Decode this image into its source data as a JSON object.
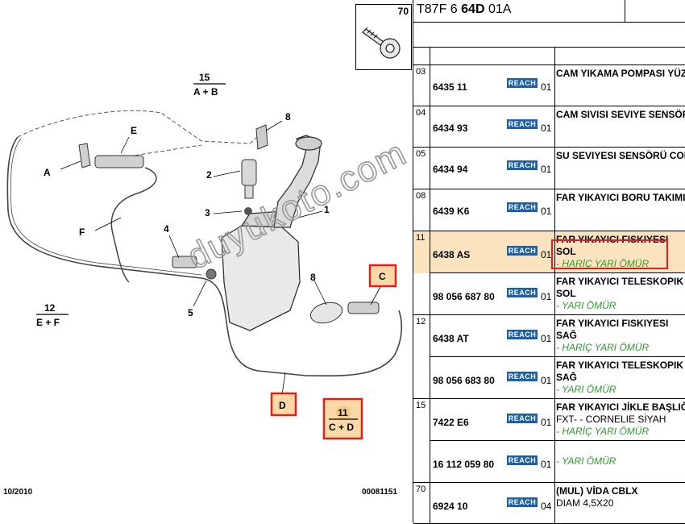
{
  "header": {
    "code_prefix": "T87F 6 ",
    "code_bold": "64D",
    "code_suffix": " 01A"
  },
  "screw_callout": "70",
  "diagram": {
    "labels": {
      "l15": "15",
      "l15sub": "A + B",
      "l12": "12",
      "l12sub": "E + F",
      "l11": "11",
      "l11sub": "C + D",
      "c1": "1",
      "c2": "2",
      "c3": "3",
      "c4": "4",
      "c5": "5",
      "c8a": "8",
      "c8b": "8",
      "cA": "A",
      "cE": "E",
      "cF": "F",
      "cC": "C",
      "cD": "D"
    },
    "footer_left": "10/2010",
    "footer_right": "00081151"
  },
  "reach_label": "REACH",
  "rows": [
    {
      "grp": "03",
      "ref": "6435 11",
      "qty": "01",
      "desc": "CAM YIKAMA POMPASI YÜZ",
      "notes": []
    },
    {
      "grp": "04",
      "ref": "6434 93",
      "qty": "01",
      "desc": "CAM SIVISI SEVIYE SENSÖR",
      "notes": []
    },
    {
      "grp": "05",
      "ref": "6434 94",
      "qty": "01",
      "desc": "SU SEVIYESI SENSÖRÜ COR",
      "notes": []
    },
    {
      "grp": "08",
      "ref": "6439 K6",
      "qty": "01",
      "desc": "FAR YIKAYICI BORU TAKIMI",
      "notes": []
    },
    {
      "grp": "11",
      "ref": "6438 AS",
      "qty": "01",
      "desc": "FAR YIKAYICI FISKIYESI",
      "desc2": "SOL",
      "notes": [
        "- HARİÇ YARI ÖMÜR"
      ]
    },
    {
      "grp": "",
      "ref": "98 056 687 80",
      "qty": "01",
      "desc": "FAR YIKAYICI TELESKOPIK",
      "desc2": "SOL",
      "notes": [
        "- YARI ÖMÜR"
      ]
    },
    {
      "grp": "12",
      "ref": "6438 AT",
      "qty": "01",
      "desc": "FAR YIKAYICI FISKIYESI",
      "desc2": "SAĞ",
      "notes": [
        "- HARİÇ YARI ÖMÜR"
      ]
    },
    {
      "grp": "",
      "ref": "98 056 683 80",
      "qty": "01",
      "desc": "FAR YIKAYICI TELESKOPIK",
      "desc2": "SAĞ",
      "notes": [
        "- YARI ÖMÜR"
      ]
    },
    {
      "grp": "15",
      "ref": "7422 E6",
      "qty": "01",
      "desc": "FAR YIKAYICI JİKLE BAŞLIĞ",
      "desc2": "FXT- - CORNELIE SİYAH",
      "notes": [
        "- HARİÇ YARI ÖMÜR"
      ]
    },
    {
      "grp": "",
      "ref": "16 112 059 80",
      "qty": "01",
      "desc": "",
      "notes": [
        "- YARI ÖMÜR"
      ]
    },
    {
      "grp": "70",
      "ref": "6924 10",
      "qty": "04",
      "desc": "(MUL) VİDA CBLX",
      "desc2": "DIAM 4,5X20",
      "notes": []
    }
  ],
  "watermark": "duyukoto.com"
}
